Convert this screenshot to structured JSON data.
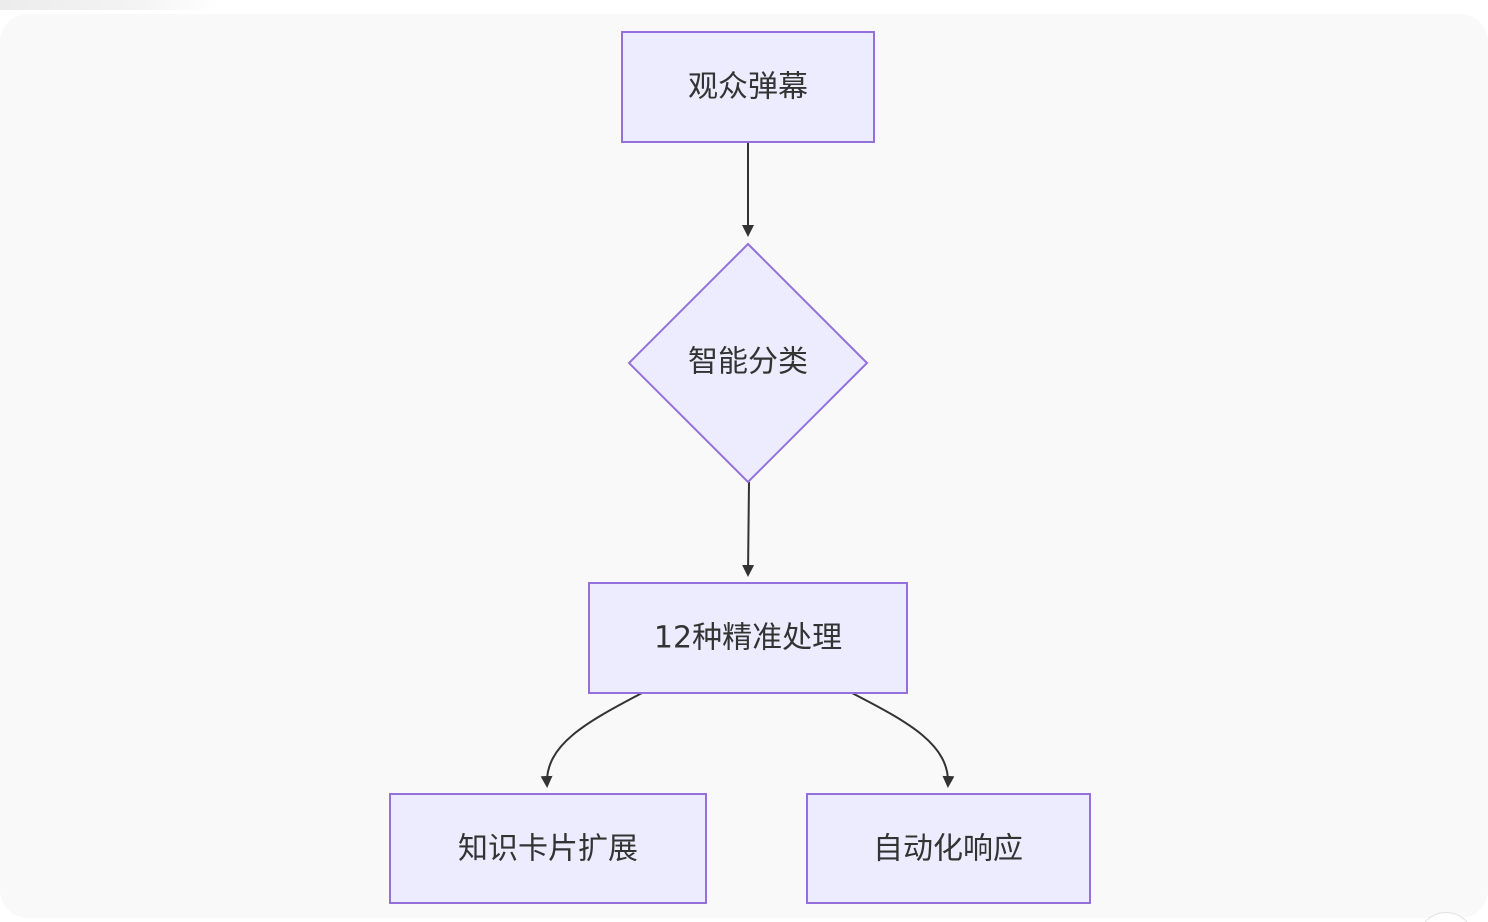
{
  "diagram": {
    "type": "flowchart",
    "direction": "top-down",
    "nodes": [
      {
        "id": "n1",
        "label": "观众弹幕",
        "shape": "rectangle"
      },
      {
        "id": "n2",
        "label": "智能分类",
        "shape": "diamond"
      },
      {
        "id": "n3",
        "label": "12种精准处理",
        "shape": "rectangle"
      },
      {
        "id": "n4",
        "label": "知识卡片扩展",
        "shape": "rectangle"
      },
      {
        "id": "n5",
        "label": "自动化响应",
        "shape": "rectangle"
      }
    ],
    "edges": [
      {
        "from": "n1",
        "to": "n2"
      },
      {
        "from": "n2",
        "to": "n3"
      },
      {
        "from": "n3",
        "to": "n4"
      },
      {
        "from": "n3",
        "to": "n5"
      }
    ],
    "colors": {
      "node_fill": "#ececfe",
      "node_stroke": "#9370db",
      "edge": "#333333",
      "text": "#333333",
      "background": "#f9f9f9"
    }
  }
}
